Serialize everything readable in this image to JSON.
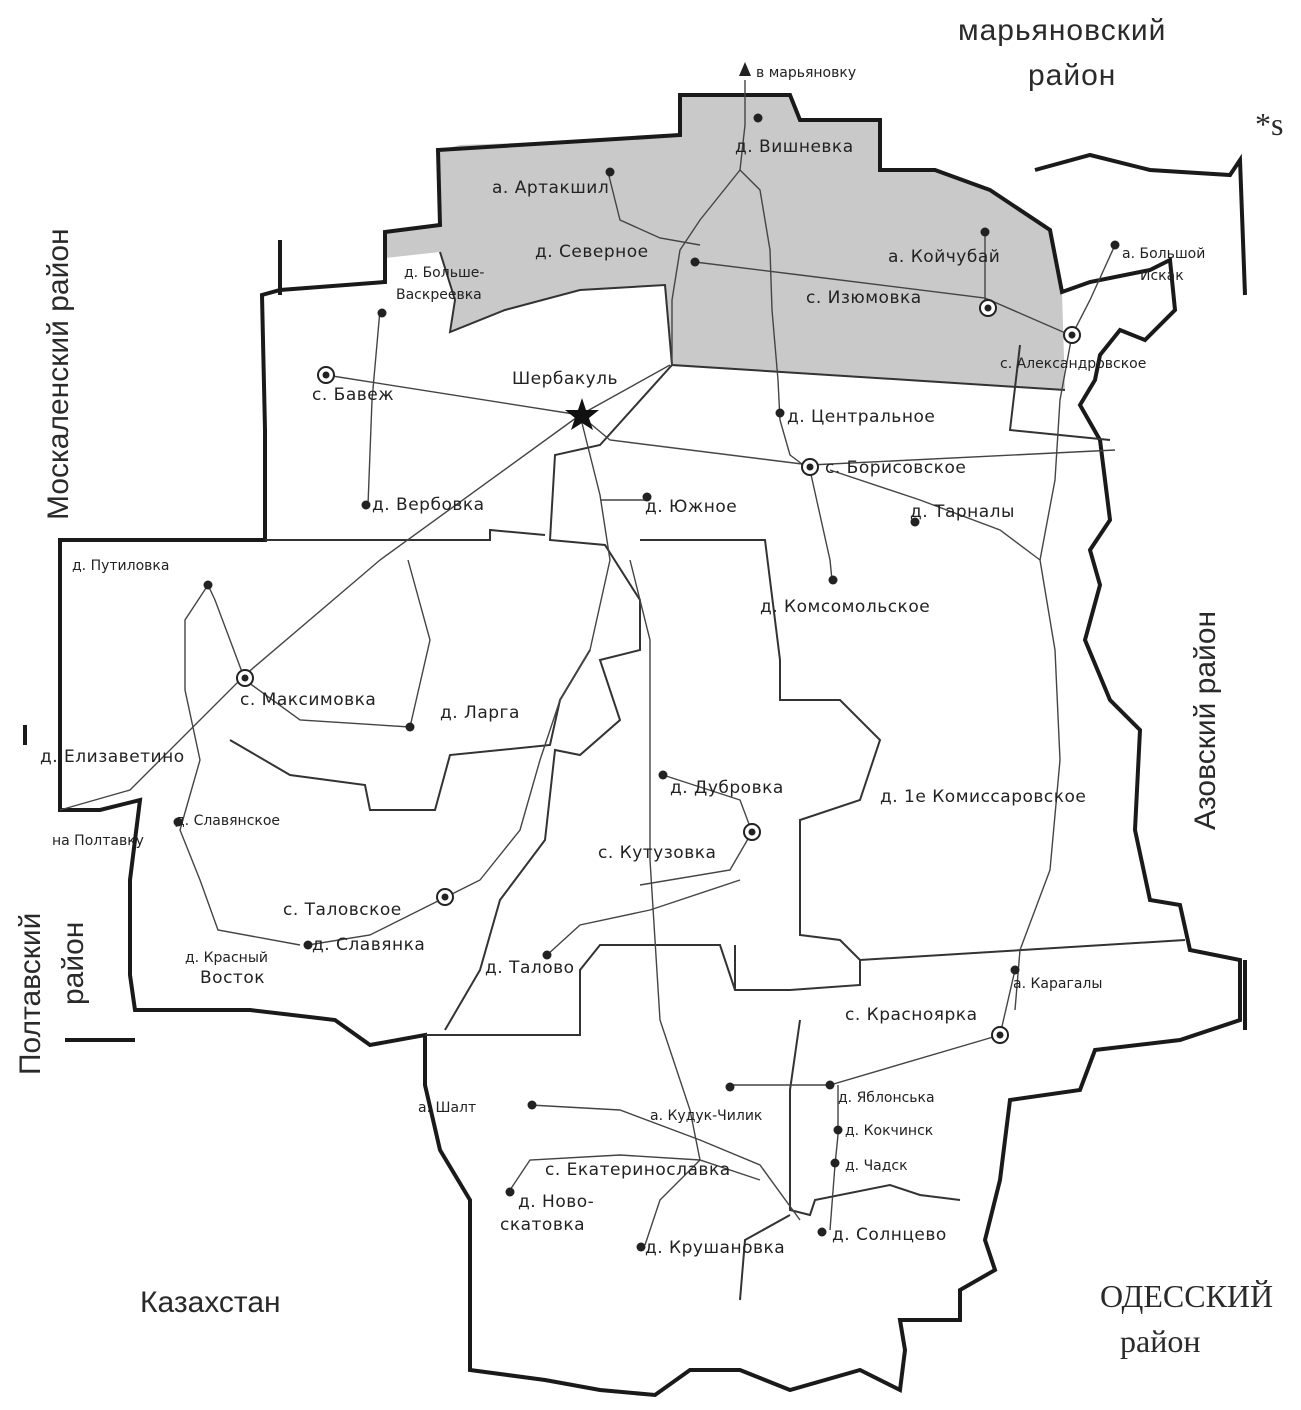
{
  "neighbors": {
    "maryanovsky": [
      "марьяновский",
      "район"
    ],
    "moskalensky": "Москаленский район",
    "azovsky": "Азовский район",
    "poltavsky": [
      "Полтавский",
      "район"
    ],
    "kazakhstan": "Казахстан",
    "odessky": [
      "ОДЕССКИЙ",
      "район"
    ],
    "corner_mark": "*s"
  },
  "center": {
    "name": "Шербакуль",
    "icon": "star-icon"
  },
  "road_exits": {
    "to_maryanovka": "в марьяновку",
    "to_poltavka": "на Полтавку"
  },
  "settlements": {
    "vishnevka": "д. Вишневка",
    "artakshil": "а. Артакшил",
    "severnoe": "д. Северное",
    "koichubai": "а. Койчубай",
    "izyumovka": "с. Изюмовка",
    "bolshoy_iskak": [
      "а. Большой",
      "Искак"
    ],
    "aleksandrovskoe": "с. Александровское",
    "bolshe_vaskreyevka": [
      "д. Больше-",
      "Васкреевка"
    ],
    "bavezh": "с. Бавеж",
    "verbovka": "д. Вербовка",
    "centralnoe": "д. Центральное",
    "borisovskoe": "с. Борисовское",
    "yuzhnoe": "д. Южное",
    "tarnaly": "д. Тарналы",
    "komsomolskoe": "д. Комсомольское",
    "putilovka": "д. Путиловка",
    "maksimovka": "с. Максимовка",
    "larga": "д. Ларга",
    "elizavetino": "д. Елизаветино",
    "slavyanskoe": "д. Славянское",
    "dubrovka": "д. Дубровка",
    "kutuzovka": "с. Кутузовка",
    "pervoe_komissarovskoe": "д. 1е Комиссаровское",
    "talovskoe": "с. Таловское",
    "slavyanka": "д. Славянка",
    "krasny_vostok": [
      "д. Красный",
      "Восток"
    ],
    "talovo": "д. Талово",
    "karagaly": "а. Карагалы",
    "krasnoyarka": "с. Красноярка",
    "shalt": "а. Шалт",
    "kuduk_chilik": "а. Кудук-Чилик",
    "yablonska": "д. Яблонська",
    "kokchinsk": "д. Кокчинск",
    "chadsk": "д. Чадск",
    "ekaterinoslavka": "с. Екатеринославка",
    "novo_skatovka": [
      "д. Ново-",
      "скатовка"
    ],
    "krushanovka": "д. Крушановка",
    "solntsevo": "д. Солнцево"
  },
  "colors": {
    "highlighted_area": "#c9c9c9",
    "ink": "#1a1a1a"
  }
}
